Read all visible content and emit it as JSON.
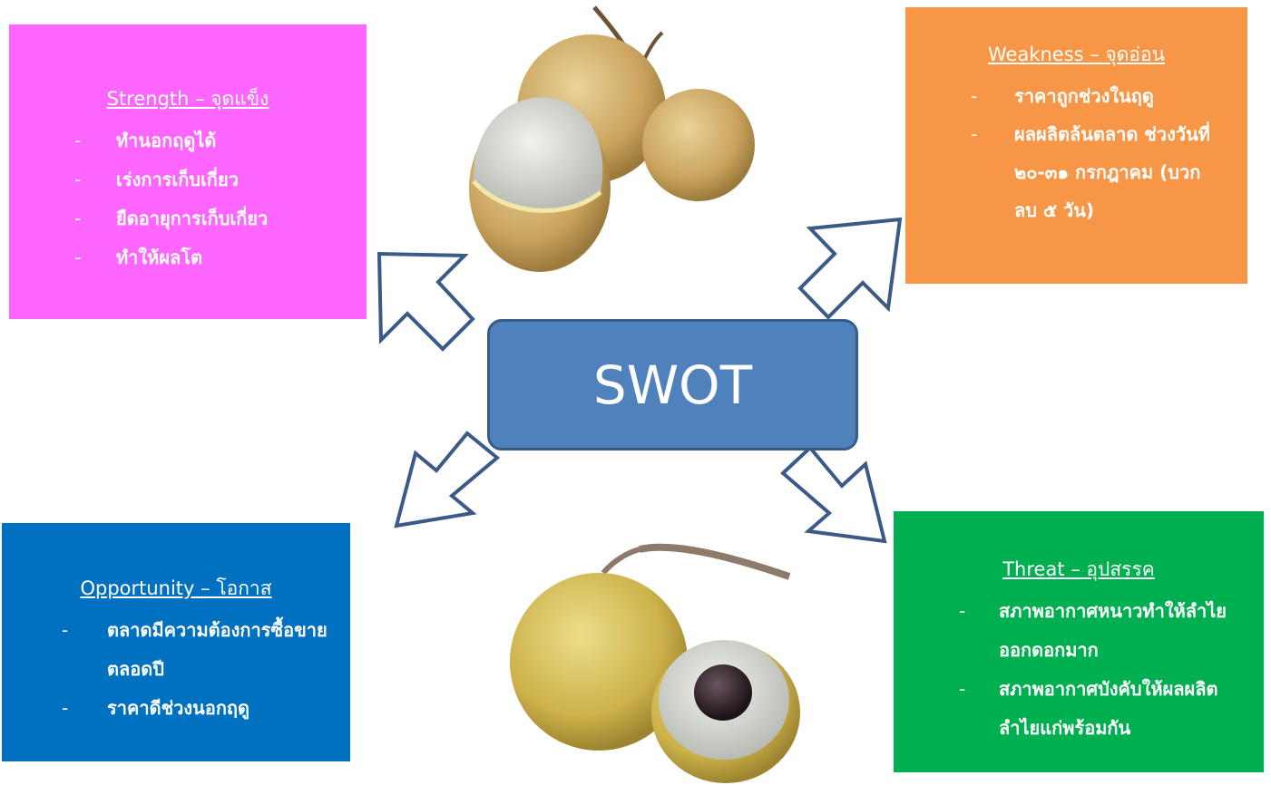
{
  "center": {
    "label": "SWOT"
  },
  "strength": {
    "heading": "Strength – จุดแข็ง",
    "items": [
      "ทำนอกฤดูได้",
      "เร่งการเก็บเกี่ยว",
      "ยืดอายุการเก็บเกี่ยว",
      "ทำให้ผลโต"
    ]
  },
  "weakness": {
    "heading": "Weakness – จุดอ่อน",
    "items": [
      "ราคาถูกช่วงในฤดู",
      "ผลผลิตล้นตลาด ช่วงวันที่ ๒๐-๓๑ กรกฎาคม (บวก ลบ ๕ วัน)"
    ]
  },
  "opportunity": {
    "heading": "Opportunity – โอกาส",
    "items": [
      "ตลาดมีความต้องการซื้อขายตลอดปี",
      "ราคาดีช่วงนอกฤดู"
    ]
  },
  "threat": {
    "heading": "Threat – อุปสรรค",
    "items": [
      "สภาพอากาศหนาวทำให้ลำไยออกดอกมาก",
      "สภาพอากาศบังคับให้ผลผลิตลำไยแก่พร้อมกัน"
    ]
  },
  "dash": "-",
  "colors": {
    "strength": "#ff66ff",
    "weakness": "#f79646",
    "opportunity": "#0070c0",
    "threat": "#00b050",
    "center": "#4f81bd",
    "arrow_outline": "#3b5a87"
  }
}
